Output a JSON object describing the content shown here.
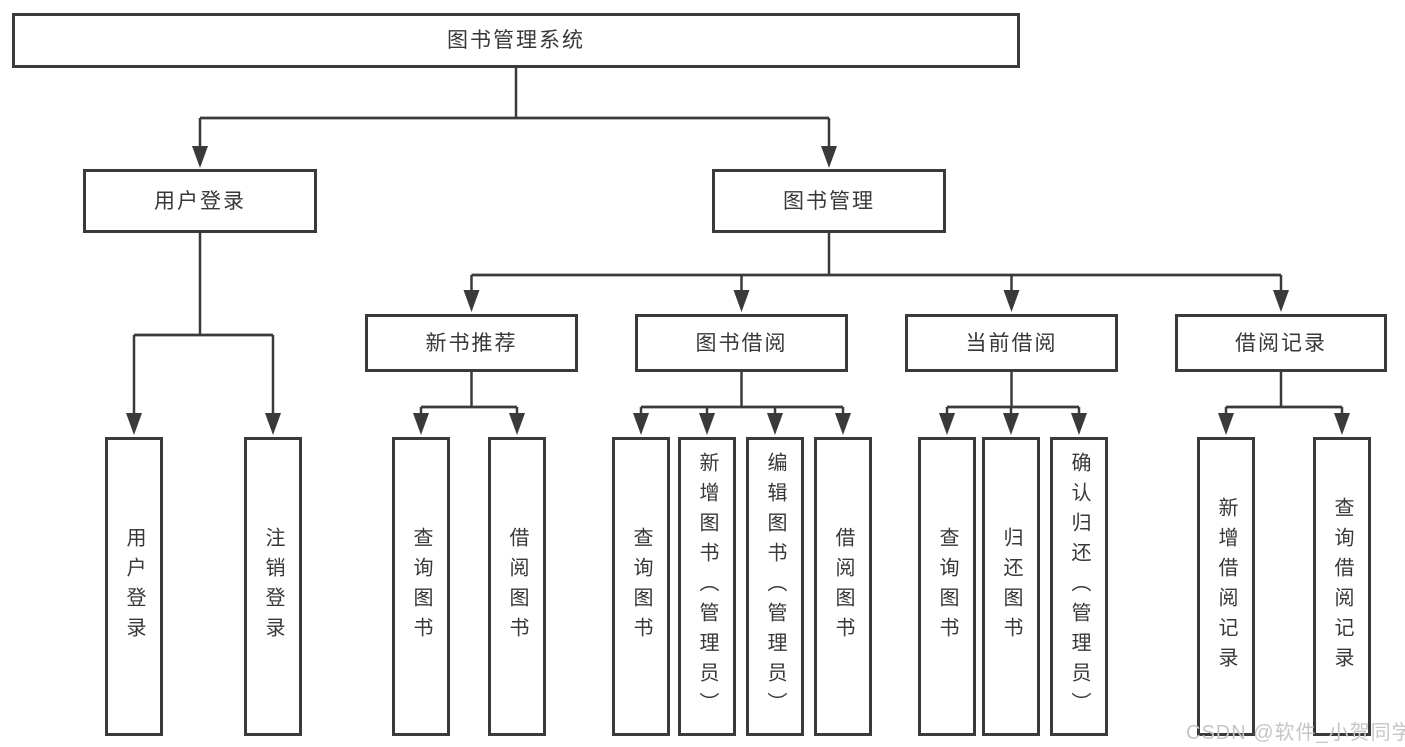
{
  "diagram": {
    "root": {
      "label": "图书管理系统"
    },
    "level2": [
      {
        "label": "用户登录"
      },
      {
        "label": "图书管理"
      }
    ],
    "level3": [
      {
        "label": "新书推荐"
      },
      {
        "label": "图书借阅"
      },
      {
        "label": "当前借阅"
      },
      {
        "label": "借阅记录"
      }
    ],
    "leaves": [
      {
        "parent": "用户登录",
        "label": "用户登录"
      },
      {
        "parent": "用户登录",
        "label": "注销登录"
      },
      {
        "parent": "新书推荐",
        "label": "查询图书"
      },
      {
        "parent": "新书推荐",
        "label": "借阅图书"
      },
      {
        "parent": "图书借阅",
        "label": "查询图书"
      },
      {
        "parent": "图书借阅",
        "label": "新增图书（管理员）"
      },
      {
        "parent": "图书借阅",
        "label": "编辑图书（管理员）"
      },
      {
        "parent": "图书借阅",
        "label": "借阅图书"
      },
      {
        "parent": "当前借阅",
        "label": "查询图书"
      },
      {
        "parent": "当前借阅",
        "label": "归还图书"
      },
      {
        "parent": "当前借阅",
        "label": "确认归还（管理员）"
      },
      {
        "parent": "借阅记录",
        "label": "新增借阅记录"
      },
      {
        "parent": "借阅记录",
        "label": "查询借阅记录"
      }
    ]
  },
  "watermark": "CSDN @软件_小贺同学",
  "colors": {
    "line": "#3a3a3a",
    "text": "#383838",
    "background": "#ffffff",
    "watermark": "#c6c6c6"
  }
}
